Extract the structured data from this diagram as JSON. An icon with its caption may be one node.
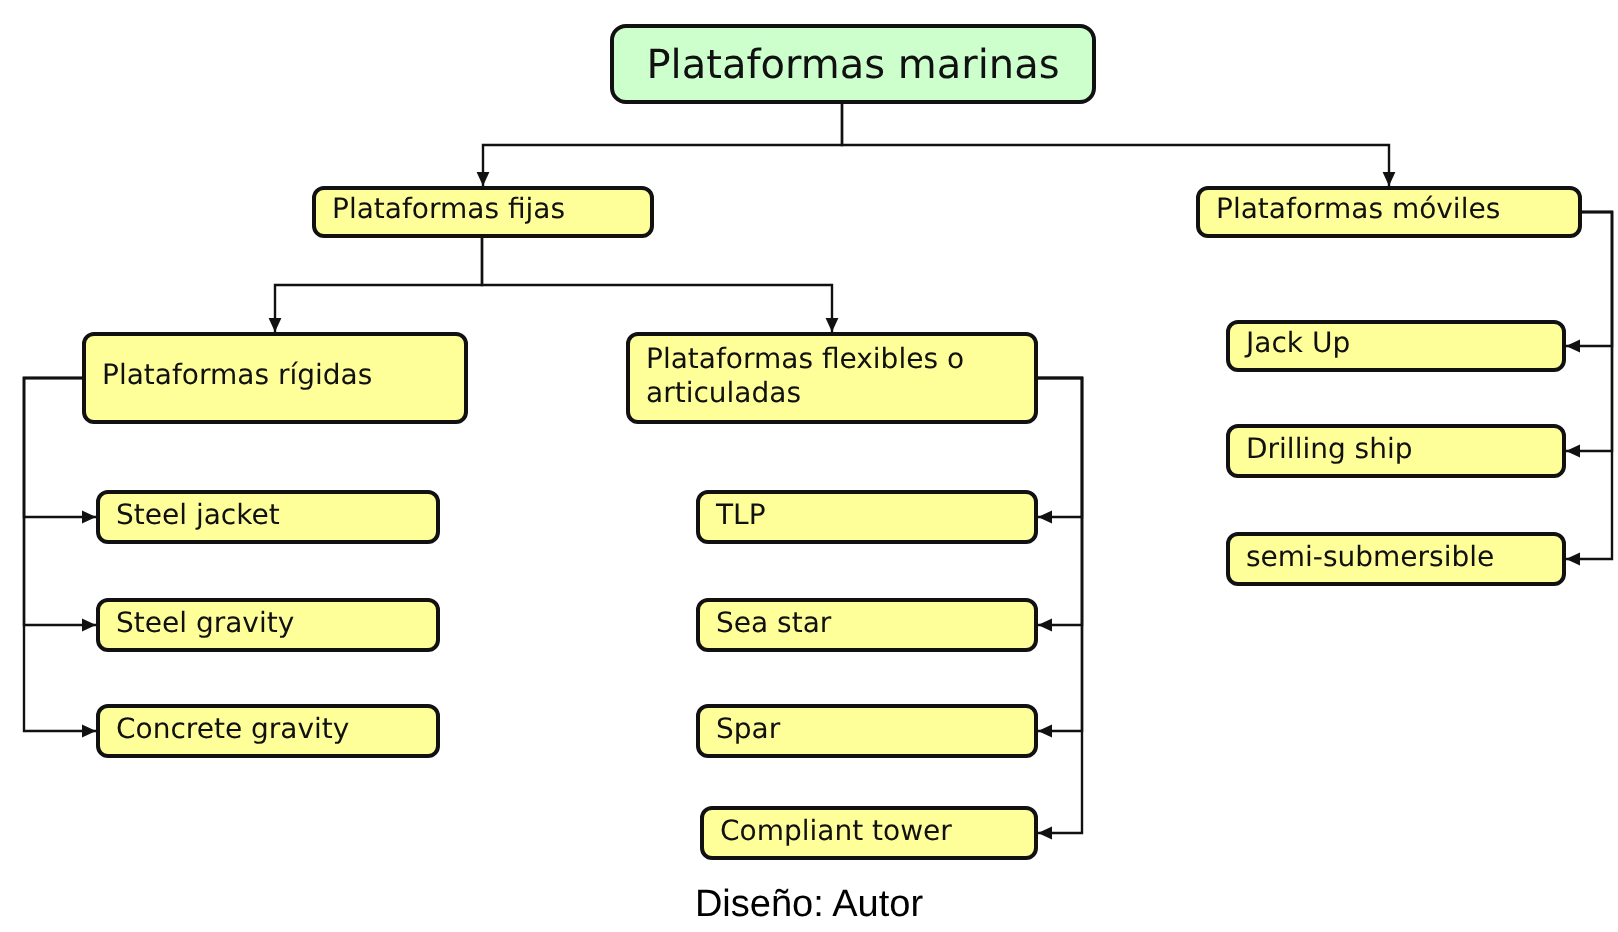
{
  "diagram": {
    "caption": "Diseño: Autor",
    "nodes": [
      {
        "text": [
          "Plataformas marinas"
        ]
      },
      {
        "text": [
          "Plataformas fijas"
        ]
      },
      {
        "text": [
          "Plataformas móviles"
        ]
      },
      {
        "text": [
          "Plataformas rígidas"
        ]
      },
      {
        "text": [
          "Plataformas flexibles o articuladas"
        ]
      },
      {
        "text": [
          "Steel jacket"
        ]
      },
      {
        "text": [
          "Steel gravity"
        ]
      },
      {
        "text": [
          "Concrete gravity"
        ]
      },
      {
        "text": [
          "TLP"
        ]
      },
      {
        "text": [
          "Sea star"
        ]
      },
      {
        "text": [
          "Spar"
        ]
      },
      {
        "text": [
          "Compliant tower"
        ]
      },
      {
        "text": [
          "Jack Up"
        ]
      },
      {
        "text": [
          "Drilling ship"
        ]
      },
      {
        "text": [
          "semi-submersible"
        ]
      }
    ],
    "edges": [
      {
        "from": 0,
        "to": 1,
        "arrow": "to"
      },
      {
        "from": 0,
        "to": 2,
        "arrow": "to"
      },
      {
        "from": 1,
        "to": 3,
        "arrow": "to"
      },
      {
        "from": 1,
        "to": 4,
        "arrow": "to"
      },
      {
        "from": 3,
        "to": 5,
        "arrow": "to"
      },
      {
        "from": 3,
        "to": 6,
        "arrow": "to"
      },
      {
        "from": 3,
        "to": 7,
        "arrow": "to"
      },
      {
        "from": 4,
        "to": 8,
        "arrow": "to"
      },
      {
        "from": 4,
        "to": 9,
        "arrow": "to"
      },
      {
        "from": 4,
        "to": 10,
        "arrow": "to"
      },
      {
        "from": 4,
        "to": 11,
        "arrow": "to"
      },
      {
        "from": 2,
        "to": 12,
        "arrow": "to"
      },
      {
        "from": 2,
        "to": 13,
        "arrow": "to"
      },
      {
        "from": 2,
        "to": 14,
        "arrow": "to"
      }
    ]
  }
}
